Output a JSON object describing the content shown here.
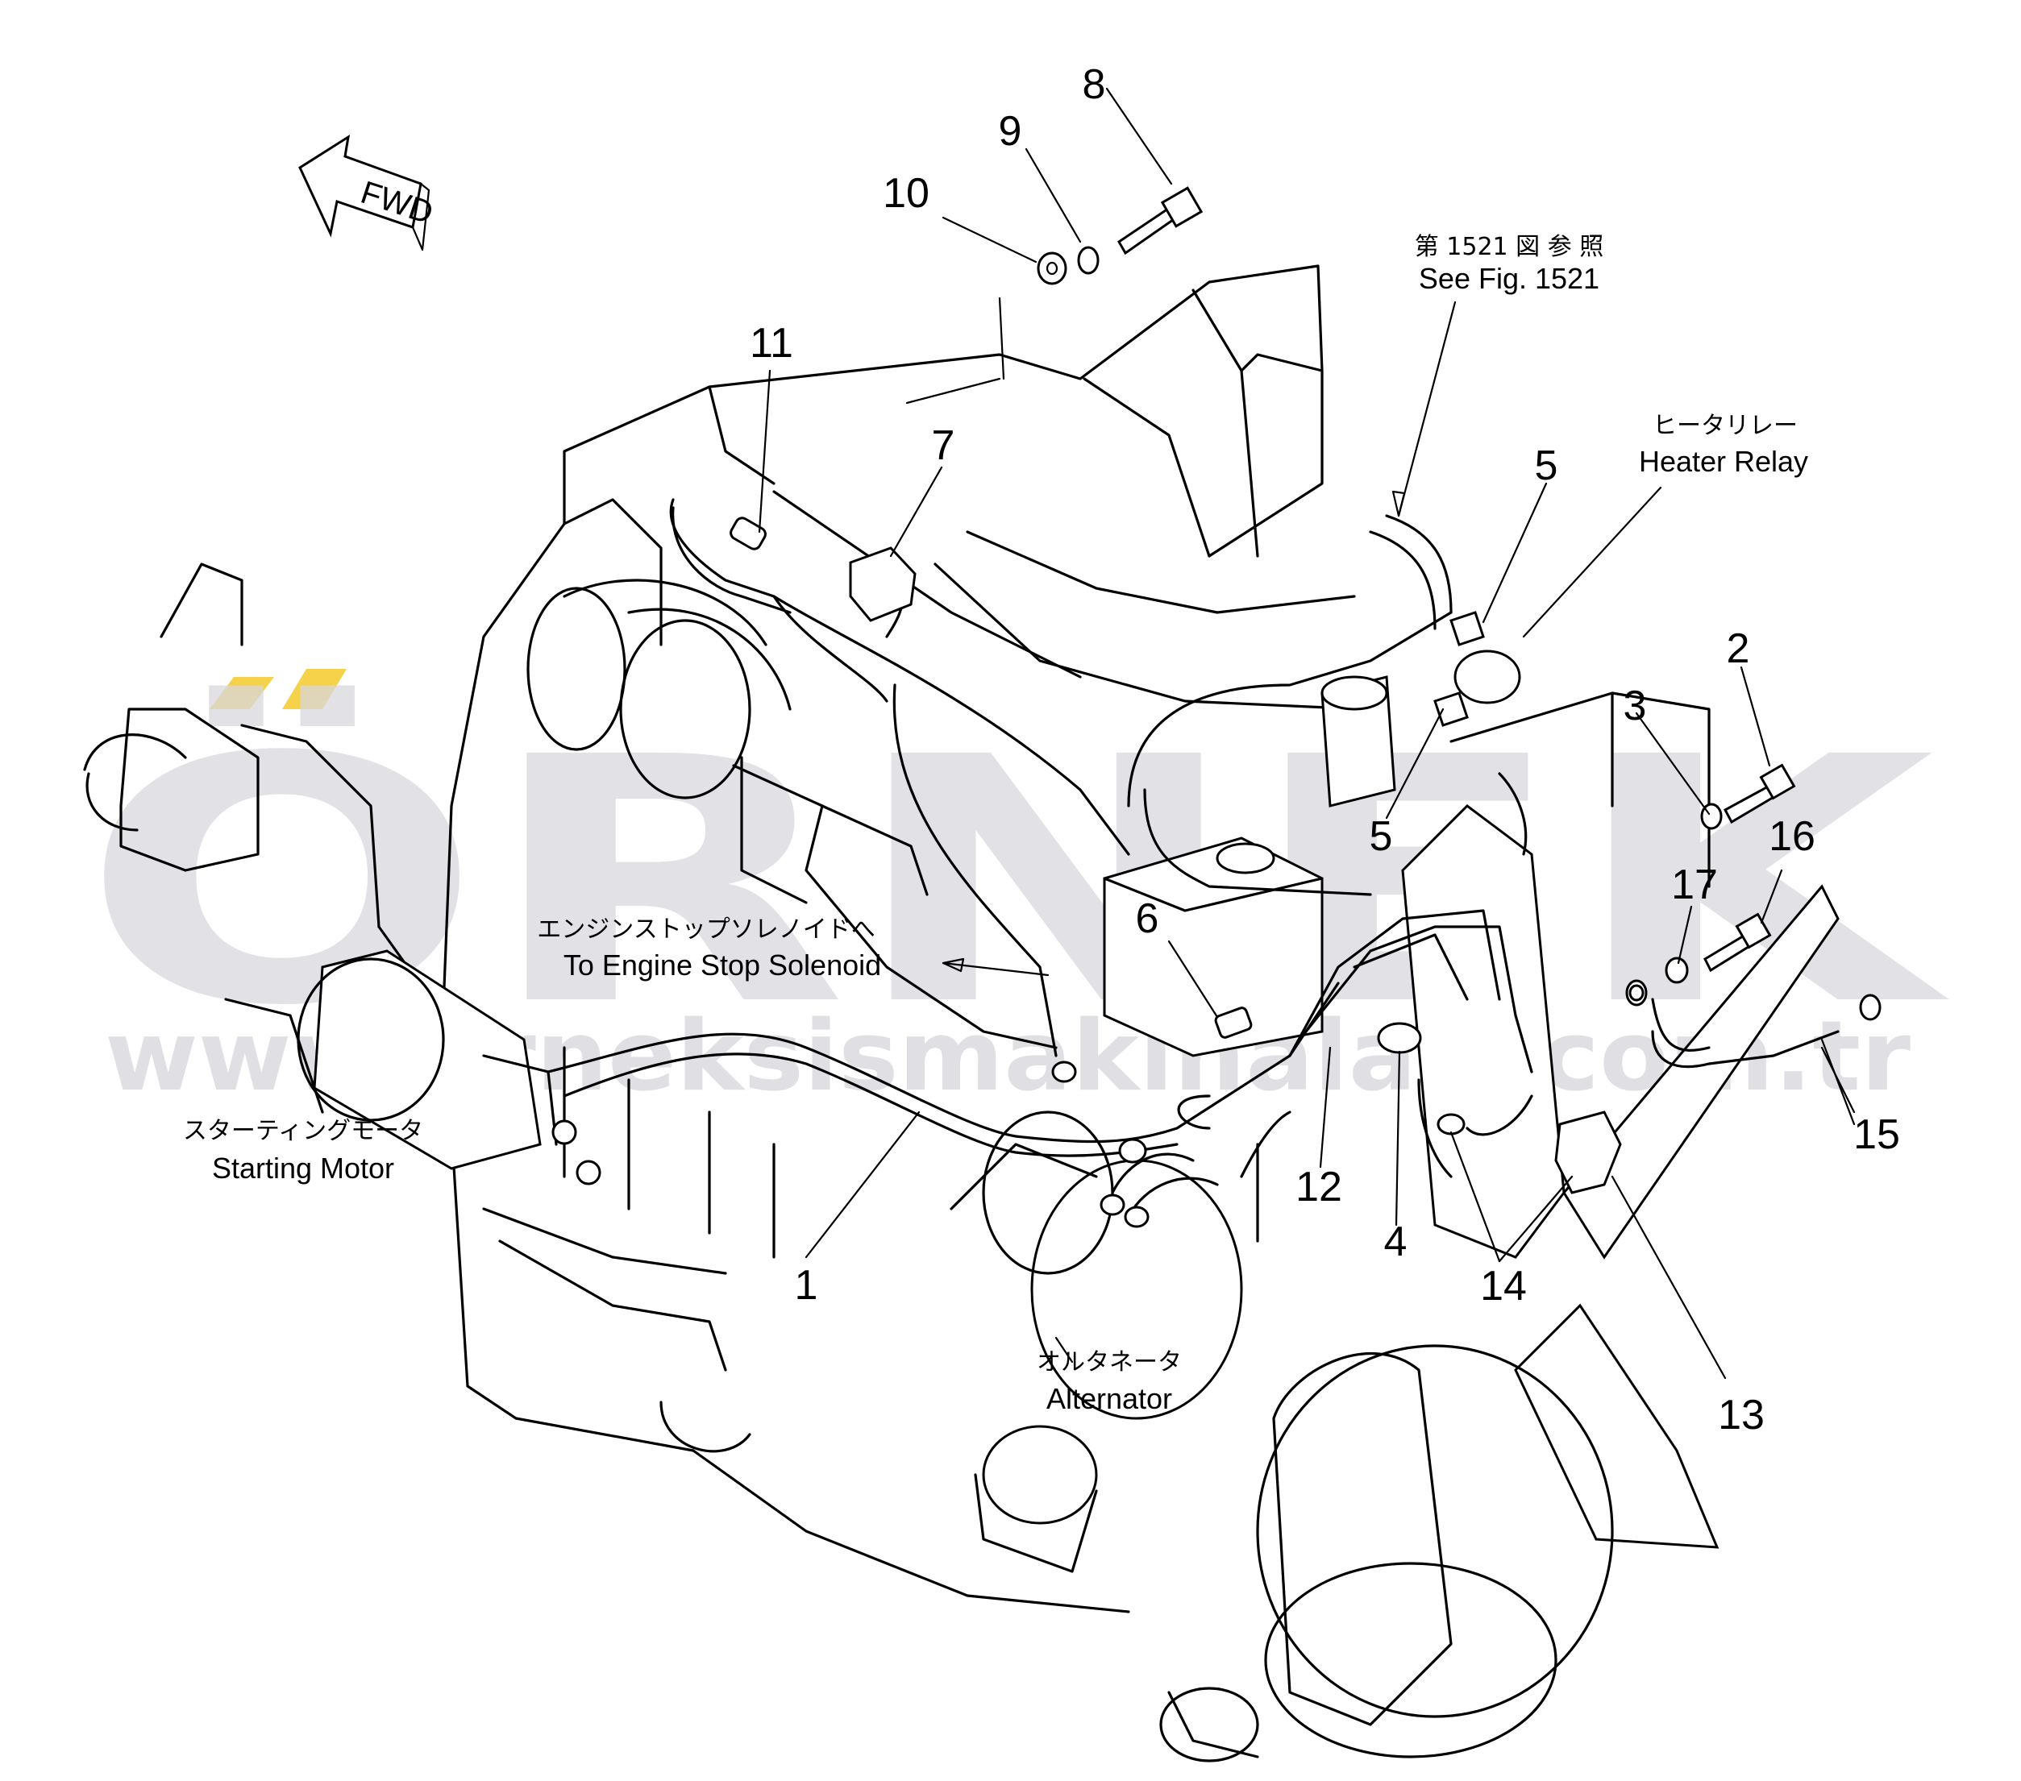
{
  "watermark": {
    "brand": "ÖRNEK",
    "url": "www.orneksismakinalari.com.tr",
    "brand_color": "#d8d8de",
    "accent_color": "#f5d24a"
  },
  "fwd_label": "FWD",
  "callouts": [
    "1",
    "2",
    "3",
    "4",
    "5",
    "5",
    "6",
    "7",
    "8",
    "9",
    "10",
    "11",
    "12",
    "13",
    "14",
    "15",
    "16",
    "17"
  ],
  "notes": {
    "see_fig_jp": "第 1521 図 参 照",
    "see_fig_en": "See Fig. 1521",
    "heater_relay_jp": "ヒータリレー",
    "heater_relay_en": "Heater Relay",
    "stop_solenoid_jp": "エンジンストップソレノイドへ",
    "stop_solenoid_en": "To Engine Stop Solenoid",
    "starting_motor_jp": "スターティングモータ",
    "starting_motor_en": "Starting Motor",
    "alternator_jp": "オルタネータ",
    "alternator_en": "Alternator"
  }
}
